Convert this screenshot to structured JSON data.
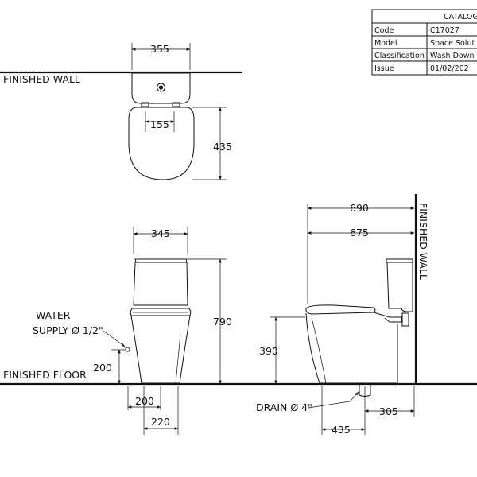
{
  "title_block": {
    "header": "CATALOG",
    "rows": [
      {
        "label": "Code",
        "value": "C17027"
      },
      {
        "label": "Model",
        "value": "Space Solut"
      },
      {
        "label": "Classification",
        "value": "Wash Down"
      },
      {
        "label": "Issue",
        "value": "01/02/202"
      }
    ]
  },
  "labels": {
    "finished_wall_top": "FINISHED WALL",
    "finished_wall_side": "FINISHED WALL",
    "finished_floor": "FINISHED FLOOR",
    "water_supply_line1": "WATER",
    "water_supply_line2": "SUPPLY Ø 1/2\"",
    "drain": "DRAIN Ø 4\""
  },
  "dimensions": {
    "top_width": "355",
    "top_depth": "435",
    "inlet_width": "155",
    "front_width": "345",
    "front_height": "790",
    "supply_height": "200",
    "supply_offset": "200",
    "base_width": "220",
    "side_total": "690",
    "side_depth": "675",
    "seat_height": "390",
    "drain_offset": "305",
    "drain_span": "435"
  }
}
